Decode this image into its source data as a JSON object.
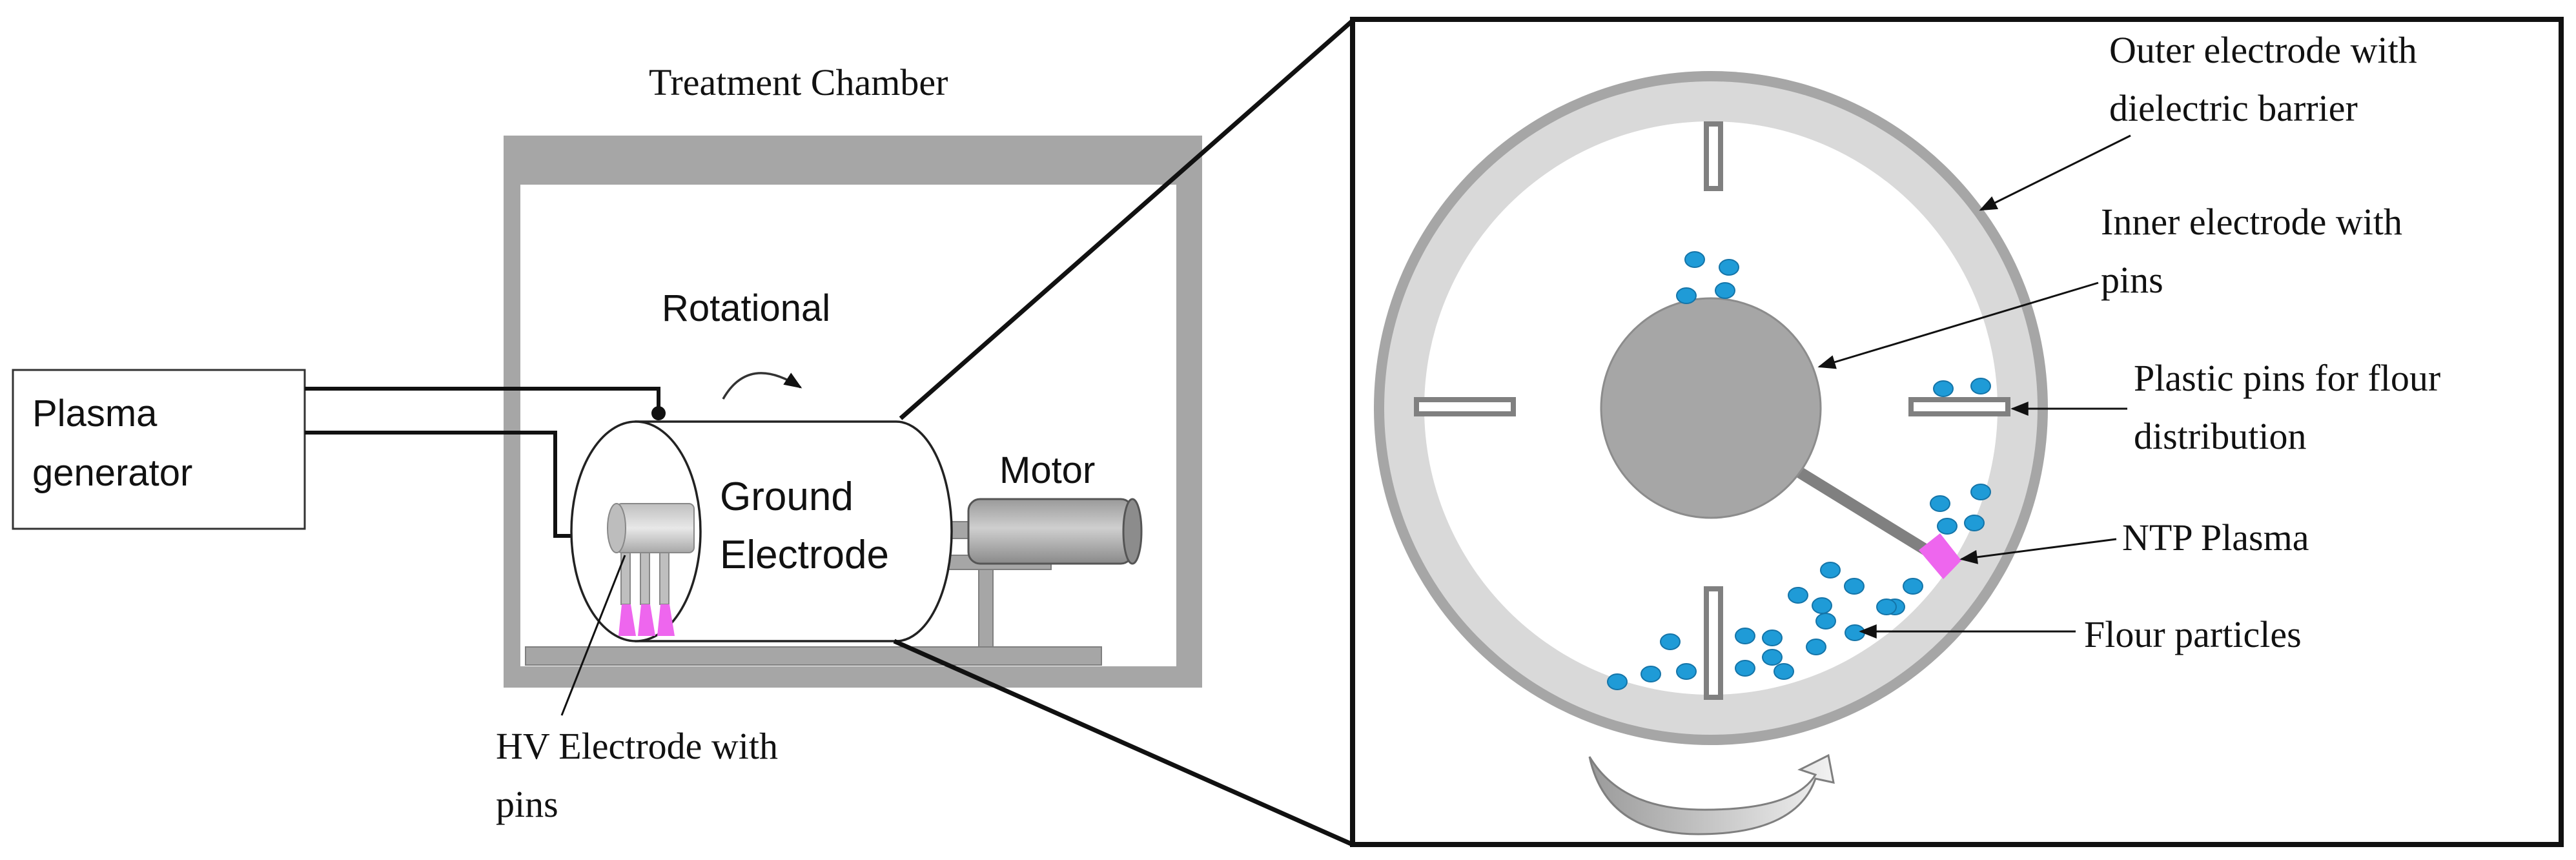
{
  "left": {
    "chamber_title": "Treatment Chamber",
    "rotational_label": "Rotational",
    "plasma_generator": [
      "Plasma",
      "generator"
    ],
    "drum_label": [
      "Ground",
      "Electrode"
    ],
    "motor_label": "Motor",
    "hv_electrode_label": [
      "HV Electrode with",
      "pins"
    ]
  },
  "right": {
    "outer_electrode_label": [
      "Outer electrode with",
      "dielectric barrier"
    ],
    "inner_electrode_label": [
      "Inner electrode with",
      "pins"
    ],
    "plastic_pins_label": [
      "Plastic pins for flour",
      "distribution"
    ],
    "ntp_plasma_label": "NTP Plasma",
    "flour_particles_label": "Flour particles"
  },
  "colors": {
    "frame_gray": "#a6a6a6",
    "dark_gray": "#808080",
    "light_gray": "#d9d9d9",
    "particle_blue": "#1f9bd7",
    "plasma_pink": "#ee66ee"
  }
}
